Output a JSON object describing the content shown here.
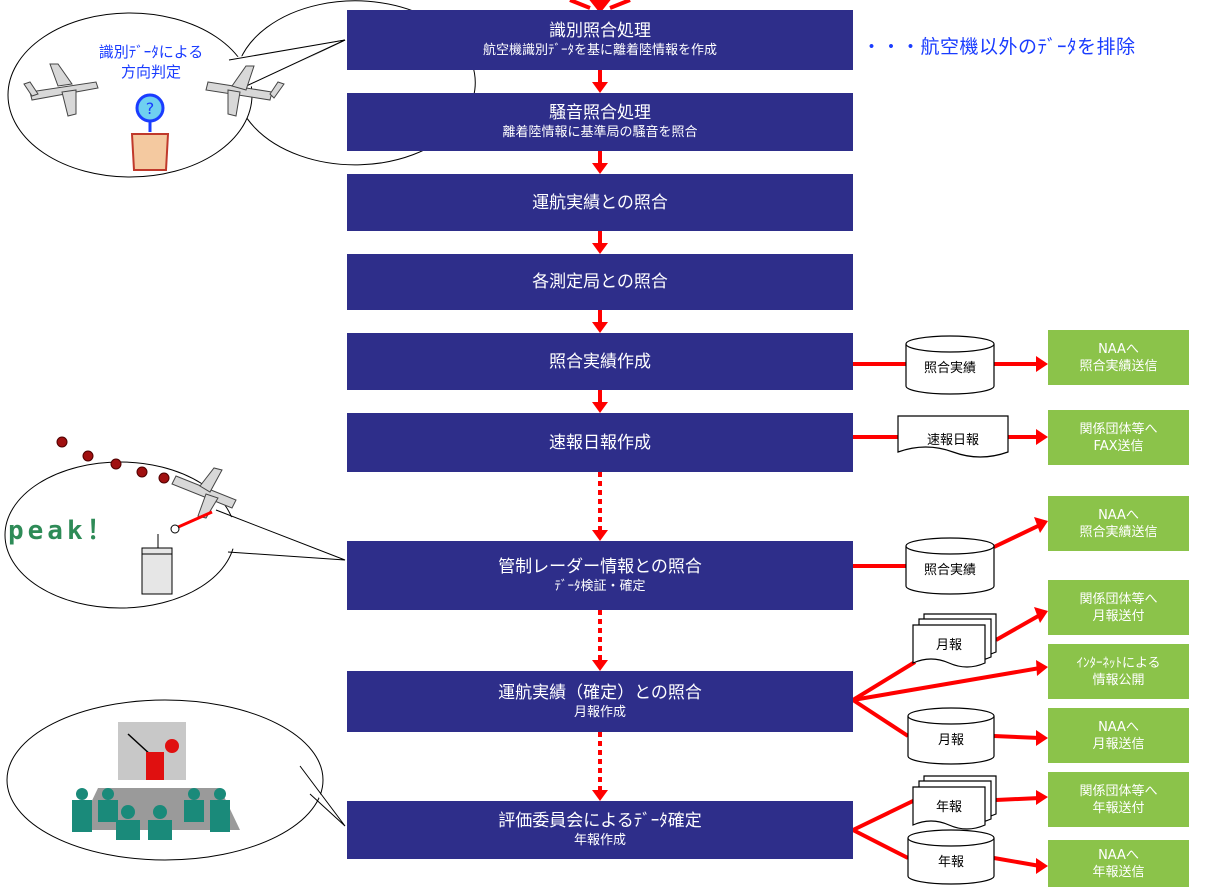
{
  "note": "・・・航空機以外のﾃﾞｰﾀを排除",
  "bubble1": {
    "line1": "識別ﾃﾞｰﾀによる",
    "line2": "方向判定"
  },
  "bubble2": {
    "text": "peak！"
  },
  "process": [
    {
      "title": "識別照合処理",
      "sub": "航空機識別ﾃﾞｰﾀを基に離着陸情報を作成"
    },
    {
      "title": "騒音照合処理",
      "sub": "離着陸情報に基準局の騒音を照合"
    },
    {
      "title": "運航実績との照合",
      "sub": ""
    },
    {
      "title": "各測定局との照合",
      "sub": ""
    },
    {
      "title": "照合実績作成",
      "sub": ""
    },
    {
      "title": "速報日報作成",
      "sub": ""
    },
    {
      "title": "管制レーダー情報との照合",
      "sub": "ﾃﾞｰﾀ検証・確定"
    },
    {
      "title": "運航実績（確定）との照合",
      "sub": "月報作成"
    },
    {
      "title": "評価委員会によるﾃﾞｰﾀ確定",
      "sub": "年報作成"
    }
  ],
  "records": {
    "r1": "照合実績",
    "r2": "速報日報",
    "r3": "照合実績",
    "r4": "月報",
    "r5": "月報",
    "r6": "年報",
    "r7": "年報"
  },
  "outputs": [
    {
      "line1": "NAAへ",
      "line2": "照合実績送信"
    },
    {
      "line1": "関係団体等へ",
      "line2": "FAX送信"
    },
    {
      "line1": "NAAへ",
      "line2": "照合実績送信"
    },
    {
      "line1": "関係団体等へ",
      "line2": "月報送付"
    },
    {
      "line1": "ｲﾝﾀｰﾈｯﾄによる",
      "line2": "情報公開"
    },
    {
      "line1": "NAAへ",
      "line2": "月報送信"
    },
    {
      "line1": "関係団体等へ",
      "line2": "年報送付"
    },
    {
      "line1": "NAAへ",
      "line2": "年報送信"
    }
  ],
  "colors": {
    "process": "#2e2e8a",
    "output": "#8bc34a",
    "arrow": "#ff0000",
    "note": "#1a3cff"
  }
}
